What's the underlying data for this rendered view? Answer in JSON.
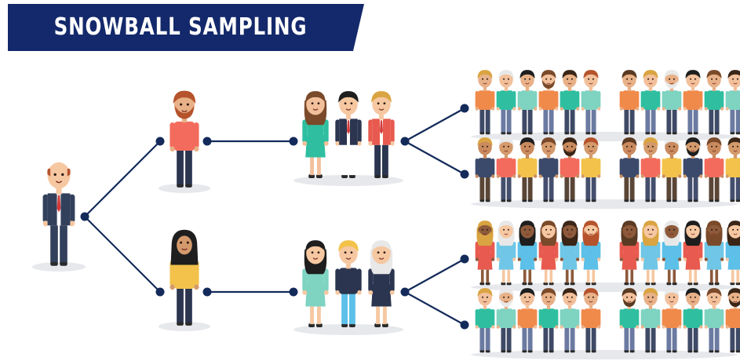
{
  "banner": {
    "title": "SNOWBALL SAMPLING",
    "background_color": "#14296b",
    "text_color": "#ffffff"
  },
  "diagram": {
    "type": "tree",
    "line_color": "#132a5a",
    "levels": [
      {
        "level": 1,
        "groups": 1,
        "people_per_group": 1
      },
      {
        "level": 2,
        "groups": 2,
        "people_per_group": 1
      },
      {
        "level": 3,
        "groups": 2,
        "people_per_group": 3
      },
      {
        "level": 4,
        "groups": 4,
        "people_per_group": 12
      }
    ]
  },
  "colors": {
    "skin": [
      "#f6c8a2",
      "#e8b188",
      "#c98a5e",
      "#8d5a3b",
      "#f2c09b",
      "#d49a6c"
    ],
    "hair": [
      "#3a2516",
      "#1e1e1e",
      "#d9a441",
      "#b5532c",
      "#7a4a2a",
      "#e8e8e8",
      "#5a3a22"
    ],
    "shirt": [
      "#f36b5c",
      "#5cc0e8",
      "#2fbfa0",
      "#f2c24a",
      "#e85a4f",
      "#7ed3c1",
      "#3b4a6b",
      "#6fc6e6",
      "#f08a4b"
    ],
    "pants": [
      "#2b3550",
      "#3e4a66",
      "#5a4636",
      "#2c2c2c",
      "#6b7aa1",
      "#444f6d"
    ]
  }
}
